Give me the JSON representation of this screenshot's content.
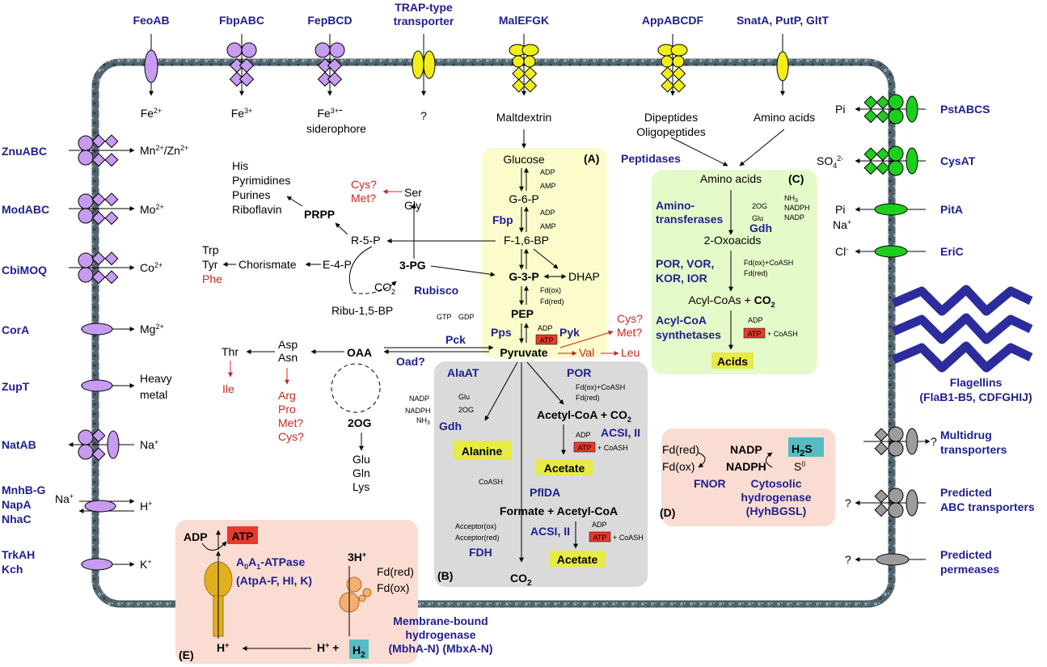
{
  "colors": {
    "membrane_dark": "#39424a",
    "membrane_light": "#7f9aa6",
    "purple": "#c79bf0",
    "yellow": "#f0ef19",
    "green": "#1ccf1c",
    "gray": "#9c9c9c",
    "blue_label": "#1f1f8f",
    "red_text": "#c8281e",
    "panel_A": "#fbfbcc",
    "panel_B": "#dadada",
    "panel_C": "#e5fac9",
    "panel_D": "#fbdcd2",
    "panel_E": "#fbdcd2",
    "atp_red": "#e8392c",
    "h2_teal": "#56bcc3",
    "acid_yellow": "#e6eb46",
    "flagellin": "#2c2c9c"
  },
  "top_transporters": [
    {
      "name": "FeoAB",
      "substrate": "Fe2+",
      "shape": "oval",
      "color": "purple"
    },
    {
      "name": "FbpABC",
      "substrate": "Fe3+",
      "shape": "abc",
      "color": "purple"
    },
    {
      "name": "FepBCD",
      "substrate": "Fe3+-siderophore",
      "shape": "abc",
      "color": "purple"
    },
    {
      "name": "TRAP-type transporter",
      "substrate": "?",
      "shape": "double",
      "color": "yellow"
    },
    {
      "name": "MalEFGK",
      "substrate": "Maltdextrin",
      "shape": "abc",
      "color": "yellow"
    },
    {
      "name": "AppABCDF",
      "substrate": "Dipeptides Oligopeptides",
      "shape": "abc",
      "color": "yellow"
    },
    {
      "name": "SnatA, PutP, GltT",
      "substrate": "Amino acids",
      "shape": "oval",
      "color": "yellow"
    }
  ],
  "left_transporters": [
    {
      "name": "ZnuABC",
      "substrate": "Mn2+/Zn2+"
    },
    {
      "name": "ModABC",
      "substrate": "Mo2+"
    },
    {
      "name": "CbiMOQ",
      "substrate": "Co2+"
    },
    {
      "name": "CorA",
      "substrate": "Mg2+"
    },
    {
      "name": "ZupT",
      "substrate": "Heavy metal"
    },
    {
      "name": "NatAB",
      "substrate": "Na+"
    },
    {
      "name": "MnhB-G NapA NhaC",
      "substrate": "Na+ H+"
    },
    {
      "name": "TrkAH Kch",
      "substrate": "K+"
    }
  ],
  "right_transporters": [
    {
      "name": "PstABCS",
      "substrate": "Pi"
    },
    {
      "name": "CysAT",
      "substrate": "SO42-"
    },
    {
      "name": "PitA",
      "substrate": "Pi Na+"
    },
    {
      "name": "EriC",
      "substrate": "Cl-"
    },
    {
      "name": "Flagellins (FlaB1-B5, CDFGHIJ)",
      "substrate": ""
    },
    {
      "name": "Multidrug transporters",
      "substrate": "?"
    },
    {
      "name": "Predicted ABC transporters",
      "substrate": "?"
    },
    {
      "name": "Predicted permeases",
      "substrate": "?"
    }
  ],
  "panels": {
    "A": "(A)",
    "B": "(B)",
    "C": "(C)",
    "D": "(D)",
    "E": "(E)"
  },
  "glycolysis": {
    "glucose": "Glucose",
    "g6p": "G-6-P",
    "f16bp": "F-1,6-BP",
    "g3p": "G-3-P",
    "dhap": "DHAP",
    "pep": "PEP",
    "pyruvate": "Pyruvate",
    "fbp": "Fbp",
    "pps": "Pps",
    "pyk": "Pyk",
    "pck": "Pck",
    "oad": "Oad?",
    "adp": "ADP",
    "amp": "AMP",
    "atp": "ATP",
    "fdox": "Fd(ox)",
    "fdred": "Fd(red)",
    "gtp": "GTP",
    "gdp": "GDP"
  },
  "upper_left": {
    "his": "His",
    "pyrimidines": "Pyrimidines",
    "purines": "Purines",
    "riboflavin": "Riboflavin",
    "prpp": "PRPP",
    "r5p": "R-5-P",
    "trp": "Trp",
    "tyr": "Tyr",
    "phe": "Phe",
    "chorismate": "Chorismate",
    "e4p": "E-4-P",
    "pg3": "3-PG",
    "co2": "CO2",
    "rubisco": "Rubisco",
    "ribu": "Ribu-1,5-BP",
    "cys_met": "Cys? Met?",
    "ser": "Ser",
    "gly": "Gly"
  },
  "lower_left": {
    "oaa": "OAA",
    "asp": "Asp",
    "asn": "Asn",
    "thr": "Thr",
    "ile": "Ile",
    "arg": "Arg",
    "pro": "Pro",
    "met": "Met?",
    "cys": "Cys?",
    "og2": "2OG",
    "glu": "Glu",
    "gln": "Gln",
    "lys": "Lys"
  },
  "pyruvate_branch": {
    "cys_met": "Cys? Met?",
    "val": "Val",
    "leu": "Leu"
  },
  "panel_B": {
    "alaat": "AlaAT",
    "nadp": "NADP",
    "nadph": "NADPH",
    "nh3": "NH3",
    "glu": "Glu",
    "og2": "2OG",
    "gdh": "Gdh",
    "alanine": "Alanine",
    "por": "POR",
    "fdox_coash": "Fd(ox)+CoASH",
    "fdred": "Fd(red)",
    "acetyl_coa_co2": "Acetyl-CoA + CO2",
    "acsi": "ACSI, II",
    "adp": "ADP",
    "atp": "ATP",
    "coash": "+ CoASH",
    "acetate": "Acetate",
    "coash_in": "CoASH",
    "pflda": "PflDA",
    "formate": "Formate + Acetyl-CoA",
    "acceptor_ox": "Acceptor(ox)",
    "acceptor_red": "Acceptor(red)",
    "fdh": "FDH",
    "co2": "CO2"
  },
  "panel_C": {
    "peptidases": "Peptidases",
    "amino_acids": "Amino acids",
    "aminotransferases": "Amino-transferases",
    "og2": "2OG",
    "glu": "Glu",
    "nh3": "NH3",
    "nadph": "NADPH",
    "nadp": "NADP",
    "gdh": "Gdh",
    "oxoacids": "2-Oxoacids",
    "por": "POR, VOR, KOR, IOR",
    "fdox_coash": "Fd(ox)+CoASH",
    "fdred": "Fd(red)",
    "acylcoas": "Acyl-CoAs + CO2",
    "acyl_synth": "Acyl-CoA synthetases",
    "adp": "ADP",
    "atp": "ATP",
    "coash": "+ CoASH",
    "acids": "Acids"
  },
  "panel_D": {
    "fdred": "Fd(red)",
    "fdox": "Fd(ox)",
    "nadp": "NADP",
    "nadph": "NADPH",
    "h2s": "H2S",
    "s0": "S0",
    "fnor": "FNOR",
    "cyto_hyd": "Cytosolic hydrogenase (HyhBGSL)"
  },
  "panel_E": {
    "adp": "ADP",
    "atp": "ATP",
    "atpase": "A0A1-ATPase",
    "atpase_sub": "(AtpA-F, HI, K)",
    "h3": "3H+",
    "fdred": "Fd(red)",
    "fdox": "Fd(ox)",
    "hplus": "H+",
    "hplus2": "H+ + H2",
    "membrane_hyd": "Membrane-bound hydrogenase (MbhA-N) (MbxA-N)"
  }
}
